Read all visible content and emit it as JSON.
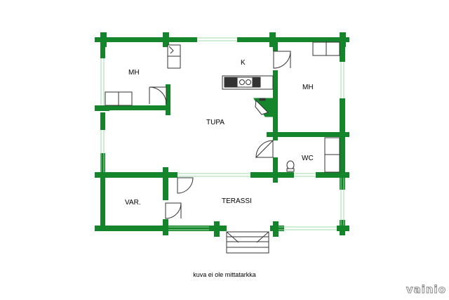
{
  "rooms": {
    "mh_left": "MH",
    "kitchen": "K",
    "mh_right": "MH",
    "tupa": "TUPA",
    "wc": "WC",
    "var": "VAR.",
    "terassi": "TERASSI"
  },
  "caption": "kuva ei ole mittatarkka",
  "logo": "vainio",
  "colors": {
    "wall": "#14852b",
    "line": "#333333",
    "window": "#9fd9a8",
    "counter": "#333333"
  }
}
